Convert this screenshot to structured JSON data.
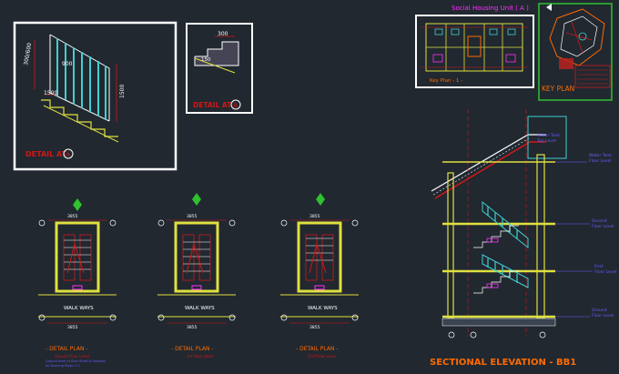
{
  "colors": {
    "background": "#212830",
    "frame": "#ffffff",
    "wall": "#e0e040",
    "dim": "#d01818",
    "rail": "#40d0d0",
    "title": "#ff6a00",
    "level": "#6a5cff",
    "green": "#30c030",
    "magenta": "#ff30ff"
  },
  "details": {
    "a": {
      "label": "DETAIL AT",
      "marker": "A",
      "dim_top": "1500",
      "dim_left": "300/600",
      "dim_mid": "900",
      "dim_right": "1500"
    },
    "b": {
      "label": "DETAIL AT",
      "marker": "B",
      "dim_top": "300",
      "dim_mid": "150"
    }
  },
  "header": {
    "project_title": "Social Housing Unit ( A )",
    "key_plan_caption": "Key Plan - 1 -"
  },
  "key_plan": {
    "label": "KEY PLAN"
  },
  "plans": [
    {
      "title": "- DETAIL PLAN -",
      "level": "Ground Floor Level",
      "note1": "Ground level of Stair Shaft & Handrail",
      "note2": "All Running Steps 1:3",
      "walkway": "WALK WAYS",
      "dim_top": "3855",
      "dim_bottom": "3855"
    },
    {
      "title": "- DETAIL PLAN -",
      "level": "1st Floor Level",
      "walkway": "WALK WAYS",
      "dim_top": "3855",
      "dim_bottom": "3855"
    },
    {
      "title": "- DETAIL PLAN -",
      "level": "2nd Floor Level",
      "walkway": "WALK WAYS",
      "dim_top": "3855",
      "dim_bottom": "3855"
    }
  ],
  "elevation": {
    "title": "SECTIONAL ELEVATION - BB1",
    "water_tank": "Water Tank",
    "water_tank_sub": "Top Level",
    "levels": [
      {
        "name": "Water Tank",
        "sub": "Floor Level"
      },
      {
        "name": "Second",
        "sub": "Floor Level"
      },
      {
        "name": "First",
        "sub": "Floor Level"
      },
      {
        "name": "Ground",
        "sub": "Floor Level"
      }
    ]
  }
}
